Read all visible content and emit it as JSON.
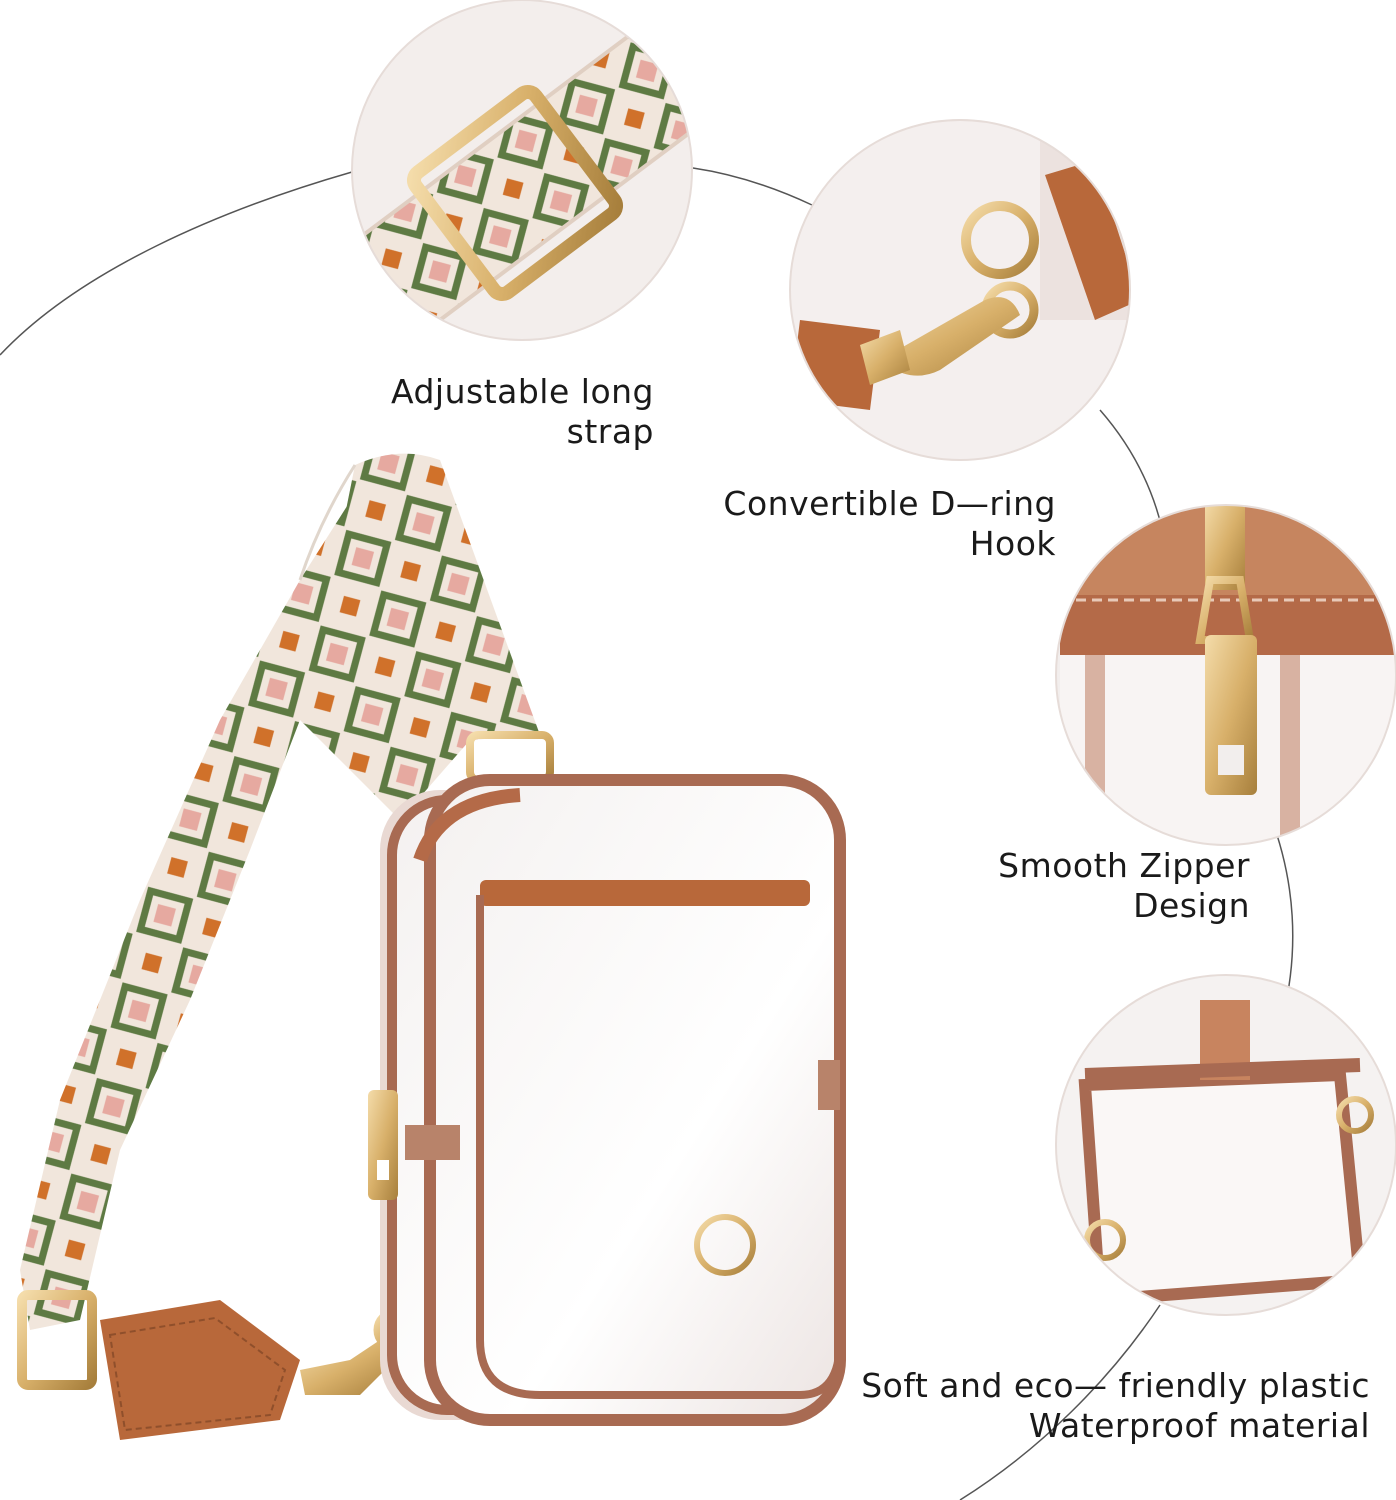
{
  "features": [
    {
      "id": "strap",
      "lines": [
        "Adjustable long",
        "strap"
      ]
    },
    {
      "id": "hook",
      "lines": [
        "Convertible D—ring",
        "Hook"
      ]
    },
    {
      "id": "zipper",
      "lines": [
        "Smooth Zipper",
        "Design"
      ]
    },
    {
      "id": "plastic",
      "lines": [
        "Soft and eco— friendly plastic",
        "Waterproof material"
      ]
    }
  ],
  "colors": {
    "strap_green": "#5e7a43",
    "strap_orange": "#d0712a",
    "strap_pink": "#e6a9a0",
    "strap_cream": "#f1e6dc",
    "leather_brown": "#b8683a",
    "trim_brown": "#a86a52",
    "gold": "#d8b06a",
    "line_gray": "#555555"
  },
  "icons": [
    "strap-buckle-closeup",
    "d-ring-hook-closeup",
    "zipper-closeup",
    "clear-plastic-closeup",
    "clear-crossbody-bag"
  ]
}
